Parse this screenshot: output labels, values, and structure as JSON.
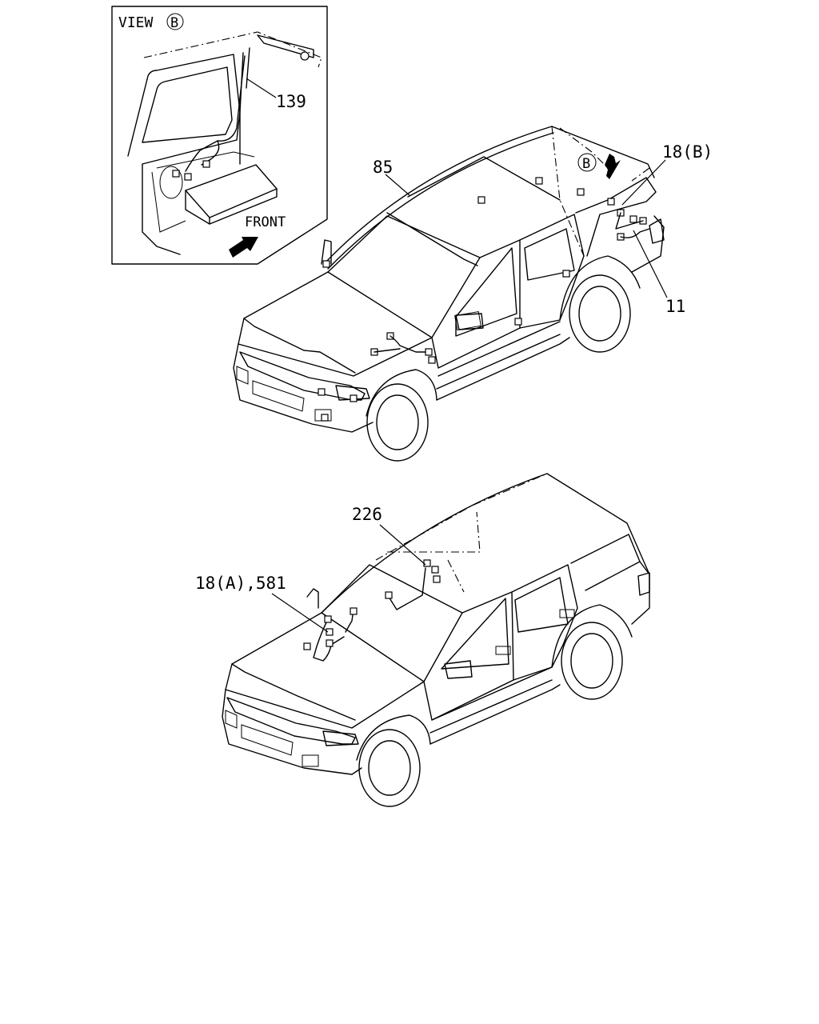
{
  "inset": {
    "title": "VIEW",
    "title_marker": "B",
    "part_label": "139",
    "direction_label": "FRONT",
    "direction_icon": "front-arrow-icon"
  },
  "top_vehicle": {
    "labels": {
      "roof_harness": "85",
      "rear_harness": "18(B)",
      "body_harness": "11",
      "view_marker": "B"
    }
  },
  "bottom_vehicle": {
    "labels": {
      "dash_harness": "226",
      "engine_harness": "18(A),581"
    }
  }
}
